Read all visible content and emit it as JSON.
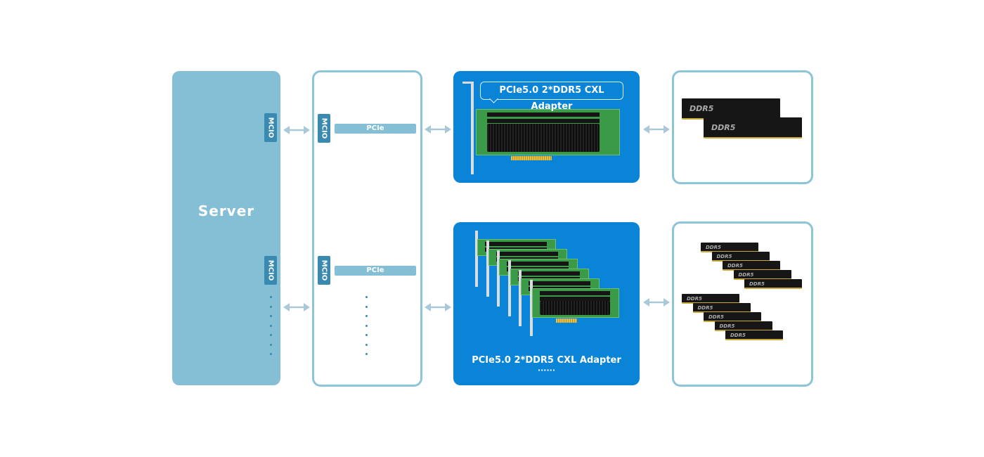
{
  "server": {
    "label": "Server",
    "mcio_label": "MCIO"
  },
  "switch_box": {
    "mcio_label": "MCIO",
    "pcie_label": "PCIe"
  },
  "adapter_top": {
    "callout": "PCIe5.0 2*DDR5 CXL Adapter"
  },
  "adapter_bottom": {
    "caption": "PCIe5.0 2*DDR5 CXL Adapter",
    "ellipsis": "······"
  },
  "memory": {
    "ddr5_label": "DDR5"
  },
  "colors": {
    "server": "#85bfd6",
    "mcio": "#3a89b0",
    "adapter_bg": "#0a84d6",
    "frame": "#8cc4d8",
    "arrow": "#a9c9d8"
  },
  "icons": {
    "arrow": "double-headed-arrow-icon"
  }
}
